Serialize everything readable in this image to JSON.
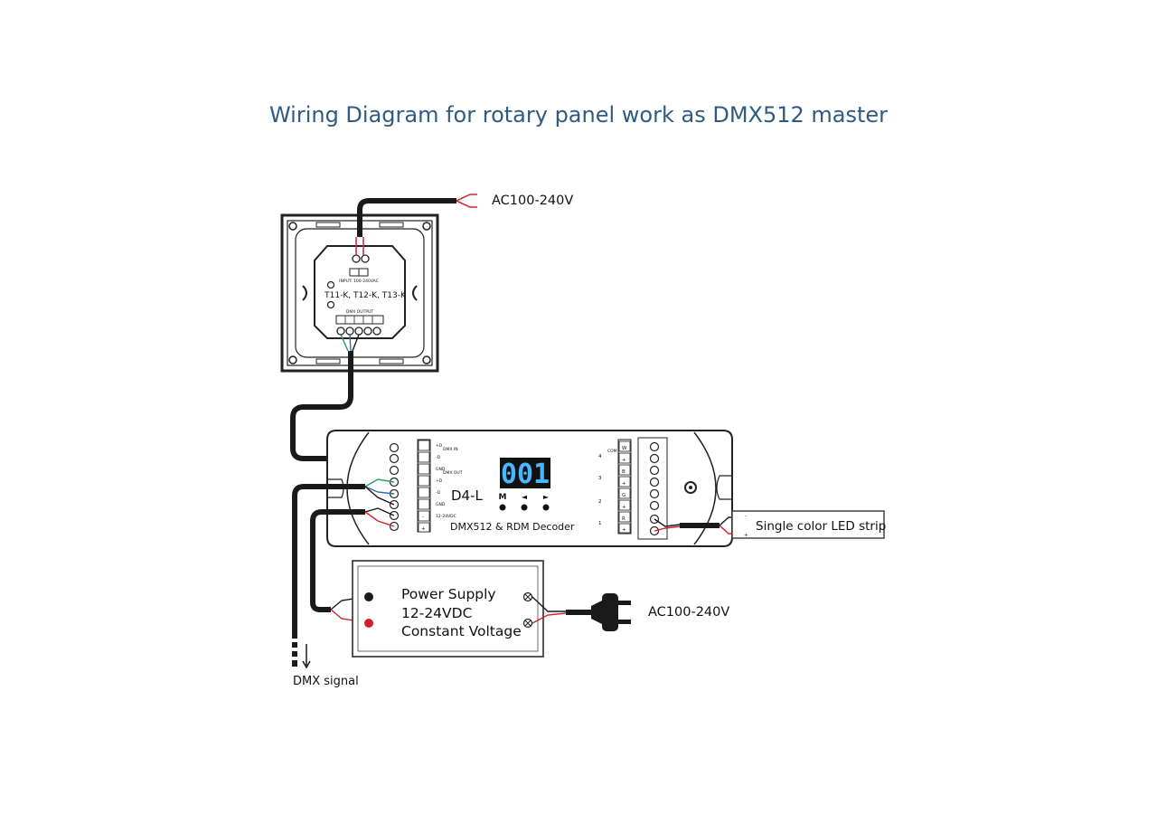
{
  "title": "Wiring Diagram for rotary panel work as DMX512 master",
  "colors": {
    "title": "#2f5b82",
    "wire": "#1a1a1a",
    "red_wire": "#d4202a",
    "green_wire": "#2e9a6a",
    "blue_wire": "#2f6db3",
    "display_bg": "#111111",
    "display_digits": "#47b8ff"
  },
  "panel": {
    "model": "T11-K, T12-K, T13-K",
    "input_label": "INPUT: 100-240VAC",
    "output_label": "DMX OUTPUT",
    "icons": [
      "panel-mount-screw-icon",
      "panel-side-clip-icon"
    ]
  },
  "mains_top": {
    "label": "AC100-240V"
  },
  "decoder": {
    "model": "D4-L",
    "subtitle": "DMX512 & RDM Decoder",
    "display": "001",
    "buttons": [
      "M",
      "◄",
      "►"
    ],
    "channels": [
      "4",
      "3",
      "2",
      "1"
    ],
    "left_terminals": [
      "+D",
      "-D",
      "GND",
      "+D",
      "-D",
      "GND",
      "-",
      "+"
    ],
    "left_group_labels": [
      "DMX IN",
      "DMX OUT",
      "12-24VDC"
    ],
    "right_terminals": [
      "W",
      "+",
      "B",
      "+",
      "G",
      "+",
      "R",
      "+"
    ],
    "right_group_label": "COM"
  },
  "led_strip": {
    "label": "Single color LED strip",
    "minus": "-",
    "plus": "+"
  },
  "power_supply": {
    "line1": "Power Supply",
    "line2": "12-24VDC",
    "line3": "Constant Voltage"
  },
  "mains_plug": {
    "label": "AC100-240V"
  },
  "dmx_signal": {
    "label": "DMX signal"
  }
}
